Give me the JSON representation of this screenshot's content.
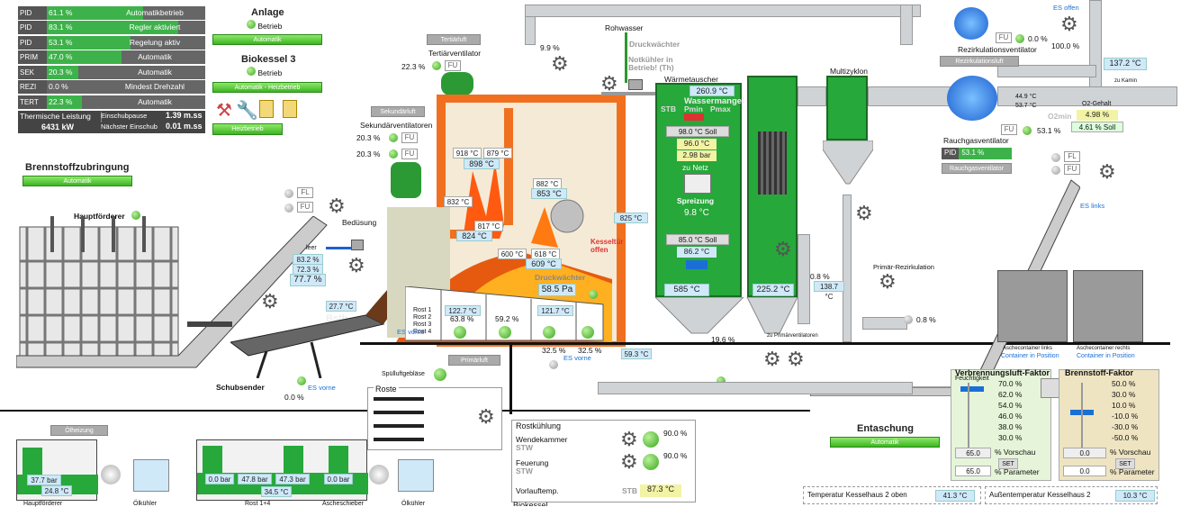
{
  "pid_rows": [
    {
      "key": "PID",
      "value": "61.1 %",
      "text": "Automatikbetrieb",
      "fill": 0.61
    },
    {
      "key": "PID",
      "value": "83.1 %",
      "text": "Regler aktiviert",
      "fill": 0.83
    },
    {
      "key": "PID",
      "value": "53.1 %",
      "text": "Regelung aktiv",
      "fill": 0.53
    },
    {
      "key": "PRIM",
      "value": "47.0 %",
      "text": "Automatik",
      "fill": 0.47
    },
    {
      "key": "SEK",
      "value": "20.3 %",
      "text": "Automatik",
      "fill": 0.2
    },
    {
      "key": "REZI",
      "value": "0.0 %",
      "text": "Mindest Drehzahl",
      "fill": 0
    },
    {
      "key": "TERT",
      "value": "22.3 %",
      "text": "Automatik",
      "fill": 0.22
    }
  ],
  "thermo": {
    "label": "Thermische Leistung",
    "value": "6431 kW",
    "pause_label": "Einschubpause",
    "pause_value": "1.39 m.ss",
    "next_label": "Nächster Einschub",
    "next_value": "0.01 m.ss"
  },
  "anlage": {
    "title": "Anlage",
    "status": "Betrieb",
    "btn": "Automatik"
  },
  "biokessel": {
    "title": "Biokessel 3",
    "status": "Betrieb",
    "btn": "Automatik - Heizbetrieb",
    "heiz": "Heizbetrieb"
  },
  "brennstoff": {
    "title": "Brennstoffzubringung",
    "btn": "Automatik",
    "haupt": "Hauptförderer",
    "beduesung": "Bedüsung",
    "fl": "FL",
    "fu": "FU",
    "leer": "leer",
    "v1": "83.2 %",
    "v2": "72.3 %",
    "v3": "77.7 %",
    "v4": "27.7 °C",
    "bsth": "Bsth",
    "schub": "Schubsender",
    "schub_pct": "0.0 %",
    "es_vorne": "ES vorne"
  },
  "tertiaer": {
    "btn": "Tertiärluft",
    "label": "Tertiärventilator",
    "pct": "22.3 %",
    "fu": "FU"
  },
  "sekundaer": {
    "btn": "Sekundärluft",
    "label": "Sekundärventilatoren",
    "p1": "20.3 %",
    "p2": "20.3 %",
    "fu": "FU"
  },
  "furnace": {
    "t1": "918 °C",
    "t2": "879 °C",
    "t3": "898 °C",
    "t4": "832 °C",
    "t5": "817 °C",
    "t6": "824 °C",
    "t7": "882 °C",
    "t8": "853 °C",
    "t9": "600 °C",
    "t10": "618 °C",
    "t11": "609 °C",
    "druck": "Druckwächter",
    "pa": "58.5 Pa",
    "kess": "Kesseltür offen",
    "leer": "leer",
    "r1": "Rost 1",
    "r2": "Rost 2",
    "r3": "Rost 3",
    "r4": "Rost 4",
    "rt1": "122.7 °C",
    "rt1b": "63.8 %",
    "rt2": "59.2 %",
    "rt3": "121.7 °C",
    "es": "ES vorne",
    "p1": "32.5 %",
    "p2": "32.5 %",
    "es2": "ES vorne",
    "t825": "825 °C"
  },
  "primaer": {
    "btn": "Primärluft",
    "t": "59.3 °C"
  },
  "spuel": {
    "label": "Spülluftgebläse",
    "roste": "Roste"
  },
  "water": {
    "label": "Rohwasser",
    "druck": "Druckwächter",
    "notk": "Notkühler in Betrieb! (Th)",
    "pct": "9.9 %"
  },
  "waerme": {
    "title": "Wärmetauscher",
    "t1": "260.9 °C",
    "alarm": "Wassermangel",
    "stb": "STB",
    "pmin": "Pmin",
    "pmax": "Pmax",
    "soll": "98.0 °C Soll",
    "t2": "96.0 °C",
    "bar": "2.98 bar",
    "zu": "zu Netz",
    "spreiz": "Spreizung",
    "sp": "9.8 °C",
    "soll2": "85.0 °C Soll",
    "t3": "86.2 °C",
    "t4": "585 °C",
    "t5": "225.2 °C",
    "pct": "19.6 %",
    "zup": "zu Primärventilatoren"
  },
  "multi": {
    "title": "Multizyklon"
  },
  "rez": {
    "title": "Rezirkulationsventilator",
    "pct1": "0.0 %",
    "pct2": "100.0 %",
    "fu": "FU",
    "btn": "Rezirkulationsluft",
    "es": "ES offen",
    "t": "137.2 °C",
    "kamin": "zu Kamin"
  },
  "rauch": {
    "title": "Rauchgasventilator",
    "t1": "44.9 °C",
    "t2": "53.7 °C",
    "o2": "O2-Gehalt",
    "o2min": "O2min",
    "o2v": "4.98 %",
    "soll": "4.61 % Soll",
    "pct": "53.1 %",
    "pid": "PID",
    "pidv": "53.1 %",
    "btn": "Rauchgasventilator",
    "fu": "FU"
  },
  "primrez": {
    "title": "Primär-Rezirkulation",
    "pct": "0.8 %",
    "v1": "0.8 %",
    "t": "138.7 °C"
  },
  "asche": {
    "es": "ES links",
    "l": "Aschecontainer links",
    "lp": "Container in Position",
    "r": "Aschecontainer rechts",
    "rp": "Container in Position",
    "fl": "FL",
    "fu": "FU"
  },
  "entasch": {
    "title": "Entaschung",
    "btn": "Automatik"
  },
  "rost": {
    "title": "Rostkühlung",
    "wende": "Wendekammer",
    "stw": "STW",
    "wv": "90.0 %",
    "feuer": "Feuerung",
    "stw2": "STW",
    "fv": "90.0 %",
    "vorl": "Vorlauftemp.",
    "stb": "STB",
    "vt": "87.3 °C",
    "bottom": "Biokessel"
  },
  "vbl": {
    "title": "Verbrennungsluft-Faktor",
    "feucht": "Feuchtigkeit",
    "scale": [
      "70.0 %",
      "62.0 %",
      "54.0 %",
      "46.0 %",
      "38.0 %",
      "30.0 %"
    ],
    "vor": "65.0",
    "vor_l": "% Vorschau",
    "set": "SET",
    "par": "65.0",
    "par_l": "% Parameter"
  },
  "bf": {
    "title": "Brennstoff-Faktor",
    "scale": [
      "50.0 %",
      "30.0 %",
      "10.0 %",
      "-10.0 %",
      "-30.0 %",
      "-50.0 %"
    ],
    "vor": "0.0",
    "vor_l": "% Vorschau",
    "set": "SET",
    "par": "0.0",
    "par_l": "% Parameter"
  },
  "oel": {
    "btn": "Ölheizung",
    "b1": "37.7 bar",
    "b2": "24.8 °C",
    "f1": "Hauptförderer",
    "f2": "Ölkühler"
  },
  "rost14": {
    "b1": "0.0 bar",
    "b2": "47.8 bar",
    "b3": "47.3 bar",
    "b4": "0.0 bar",
    "t": "34.5 °C",
    "l1": "Rost 1+4",
    "l2": "Ascheschieber",
    "l3": "Ölkühler"
  },
  "temp_oben": {
    "label": "Temperatur Kesselhaus 2 oben",
    "v": "41.3 °C"
  },
  "temp_aussen": {
    "label": "Außentemperatur Kesselhaus 2",
    "v": "10.3 °C"
  },
  "colors": {
    "green": "#3db24a",
    "dark": "#555",
    "furnace_orange": "#f07020",
    "hx_green": "#27a83a",
    "blue": "#1a6fd6"
  }
}
